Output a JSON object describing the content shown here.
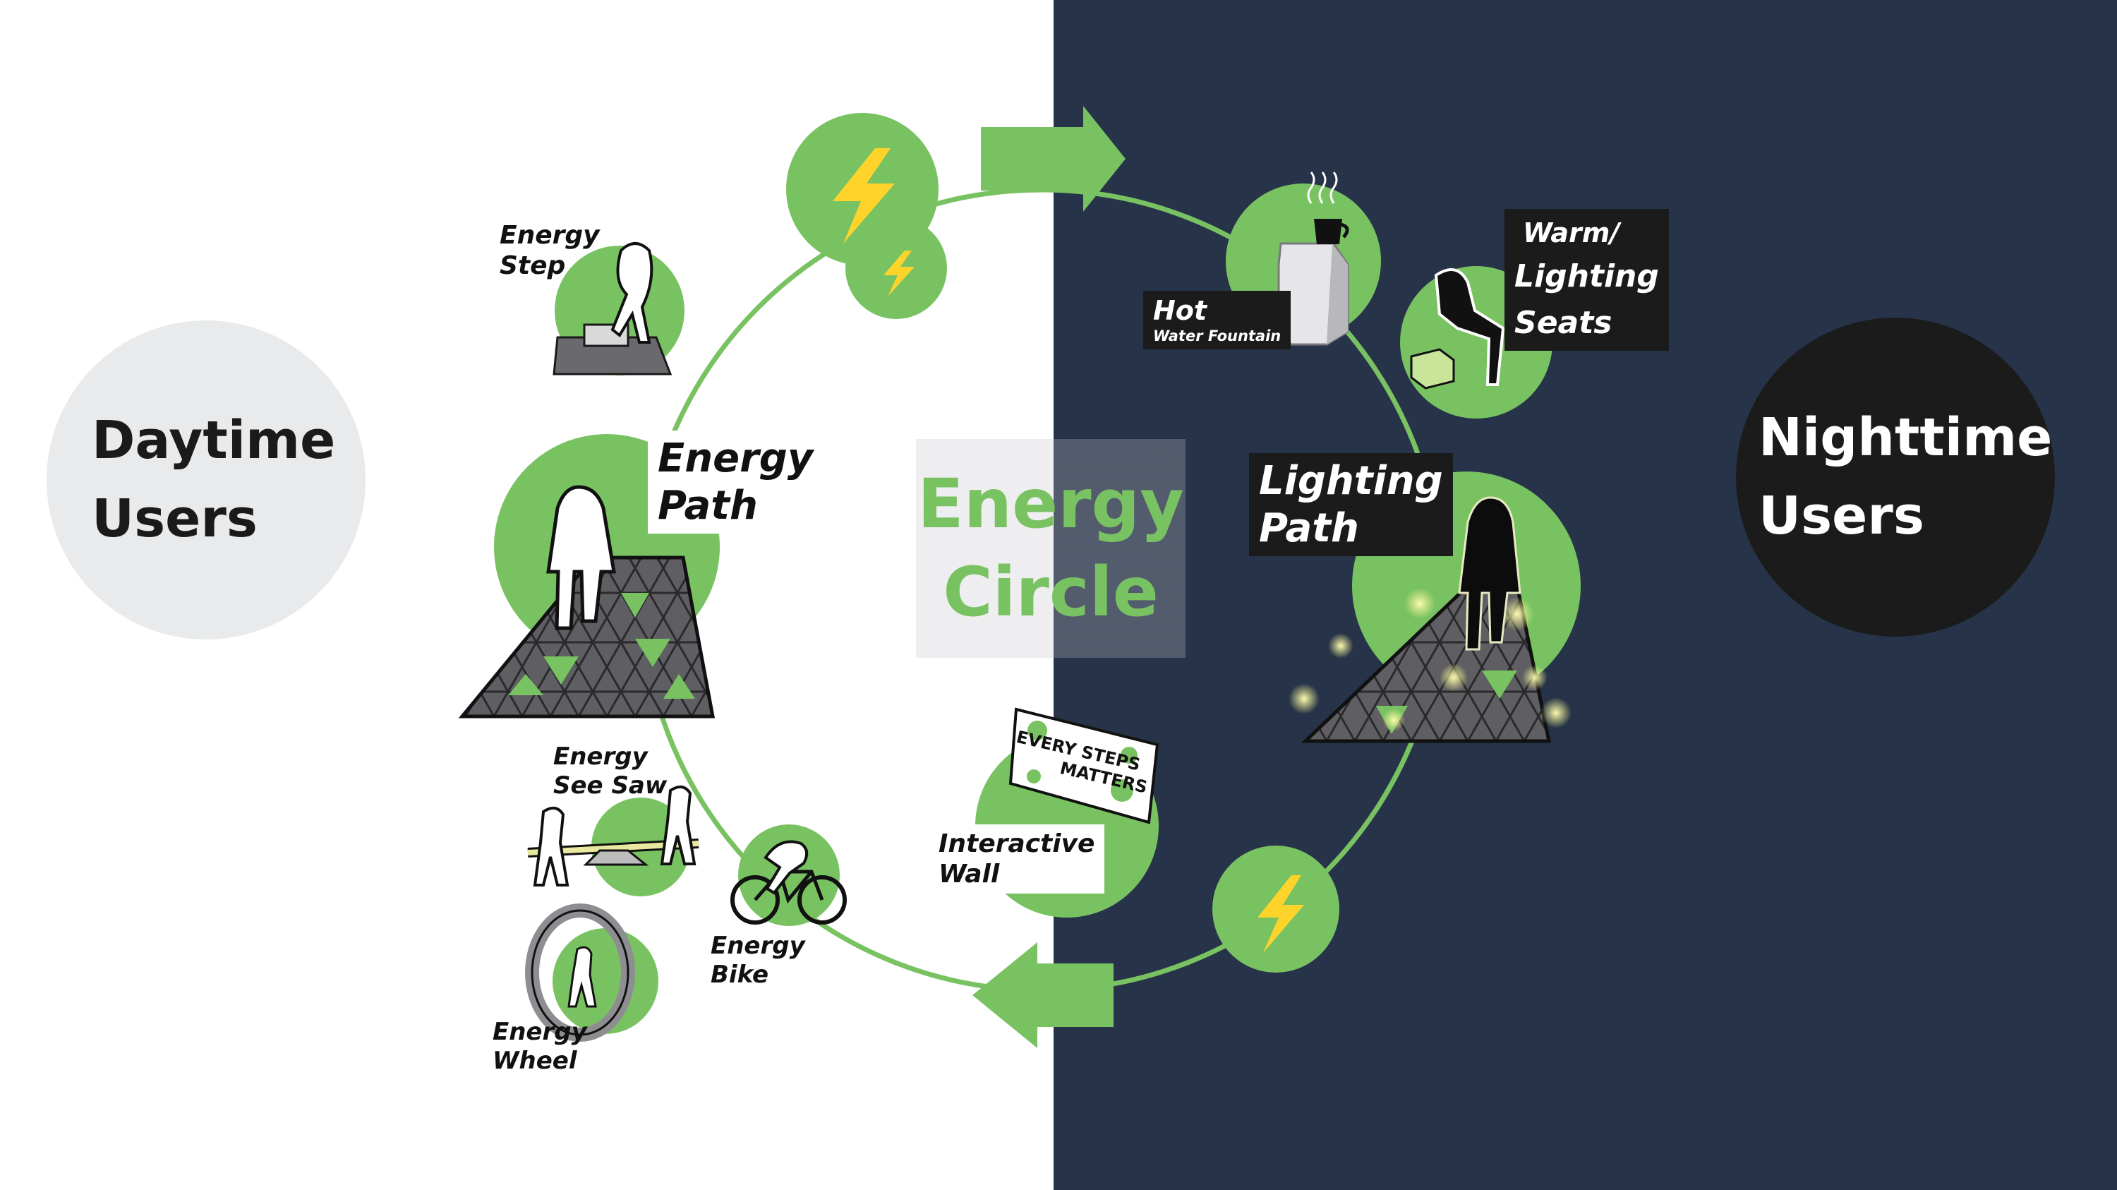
{
  "users": {
    "daytime": [
      "Daytime",
      "Users"
    ],
    "nighttime": [
      "Nighttime",
      "Users"
    ]
  },
  "center_title": [
    "Energy",
    "Circle"
  ],
  "day_items": {
    "energy_step": [
      "Energy",
      "Step"
    ],
    "energy_path": [
      "Energy",
      "Path"
    ],
    "energy_see_saw": [
      "Energy",
      "See Saw"
    ],
    "energy_wheel": [
      "Energy",
      "Wheel"
    ],
    "energy_bike": [
      "Energy",
      "Bike"
    ],
    "interactive_wall": [
      "Interactive",
      "Wall"
    ],
    "wall_sign": [
      "EVERY STEPS",
      "MATTERS"
    ]
  },
  "night_items": {
    "hot_water": {
      "title": "Hot",
      "subtitle": "Water Fountain"
    },
    "warm_seats": [
      "Warm/",
      "Lighting",
      "Seats"
    ],
    "lighting_path": [
      "Lighting",
      "Path"
    ]
  },
  "colors": {
    "accent_green": "#79c262",
    "night_bg": "#263348",
    "day_circle": "#e9eaec",
    "night_circle": "#1b1b1c",
    "bolt": "#ffd42a",
    "glow": "#f4f28a"
  }
}
